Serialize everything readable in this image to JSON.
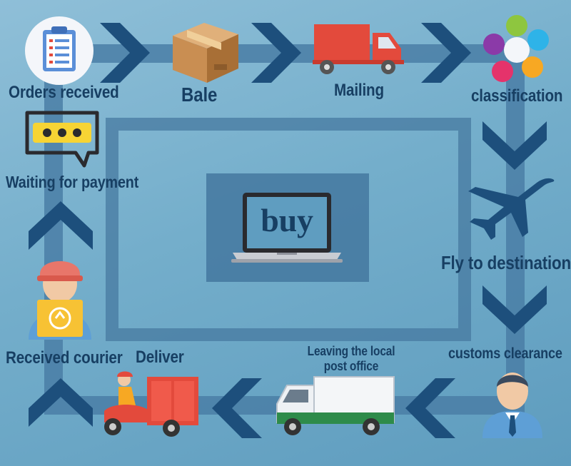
{
  "center": {
    "label": "buy"
  },
  "steps": [
    {
      "label": "Orders received"
    },
    {
      "label": "Bale"
    },
    {
      "label": "Mailing"
    },
    {
      "label": "classification"
    },
    {
      "label": "Fly to destination"
    },
    {
      "label": "customs clearance"
    },
    {
      "label_line1": "Leaving the local",
      "label_line2": "post office"
    },
    {
      "label": "Deliver"
    },
    {
      "label": "Received courier"
    },
    {
      "label": "Waiting for payment"
    }
  ],
  "colors": {
    "track": "#4a7ea6",
    "chevron": "#1d4f7c",
    "text": "#173f63",
    "truck_red": "#e34a3c"
  }
}
